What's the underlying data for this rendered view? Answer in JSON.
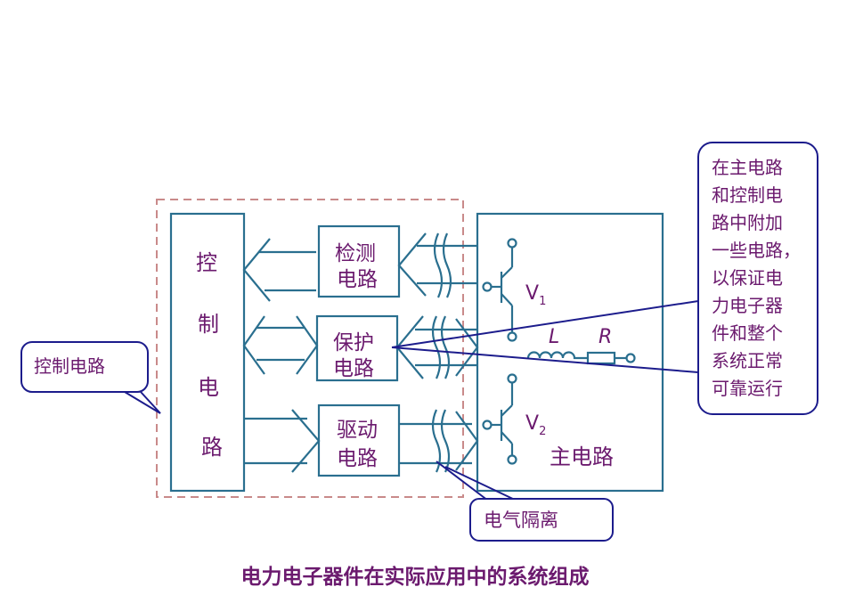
{
  "caption": "电力电子器件在实际应用中的系统组成",
  "control_group": {
    "label_chars": [
      "控",
      "制",
      "电",
      "路"
    ],
    "callout": "控制电路"
  },
  "blocks": {
    "detect": [
      "检测",
      "电路"
    ],
    "protect": [
      "保护",
      "电路"
    ],
    "drive": [
      "驱动",
      "电路"
    ]
  },
  "main_circuit": {
    "label": "主电路",
    "v1": "V",
    "v1_sub": "1",
    "v2": "V",
    "v2_sub": "2",
    "inductor": "L",
    "resistor": "R"
  },
  "isolation_callout": "电气隔离",
  "right_callout": [
    "在主电路",
    "和控制电",
    "路中附加",
    "一些电路，",
    "以保证电",
    "力电子器",
    "件和整个",
    "系统正常",
    "可靠运行"
  ],
  "colors": {
    "line": "#2a6f8f",
    "text": "#6b1a6e",
    "callout_line": "#1c1c8c",
    "dashed": "#c98a8a"
  }
}
